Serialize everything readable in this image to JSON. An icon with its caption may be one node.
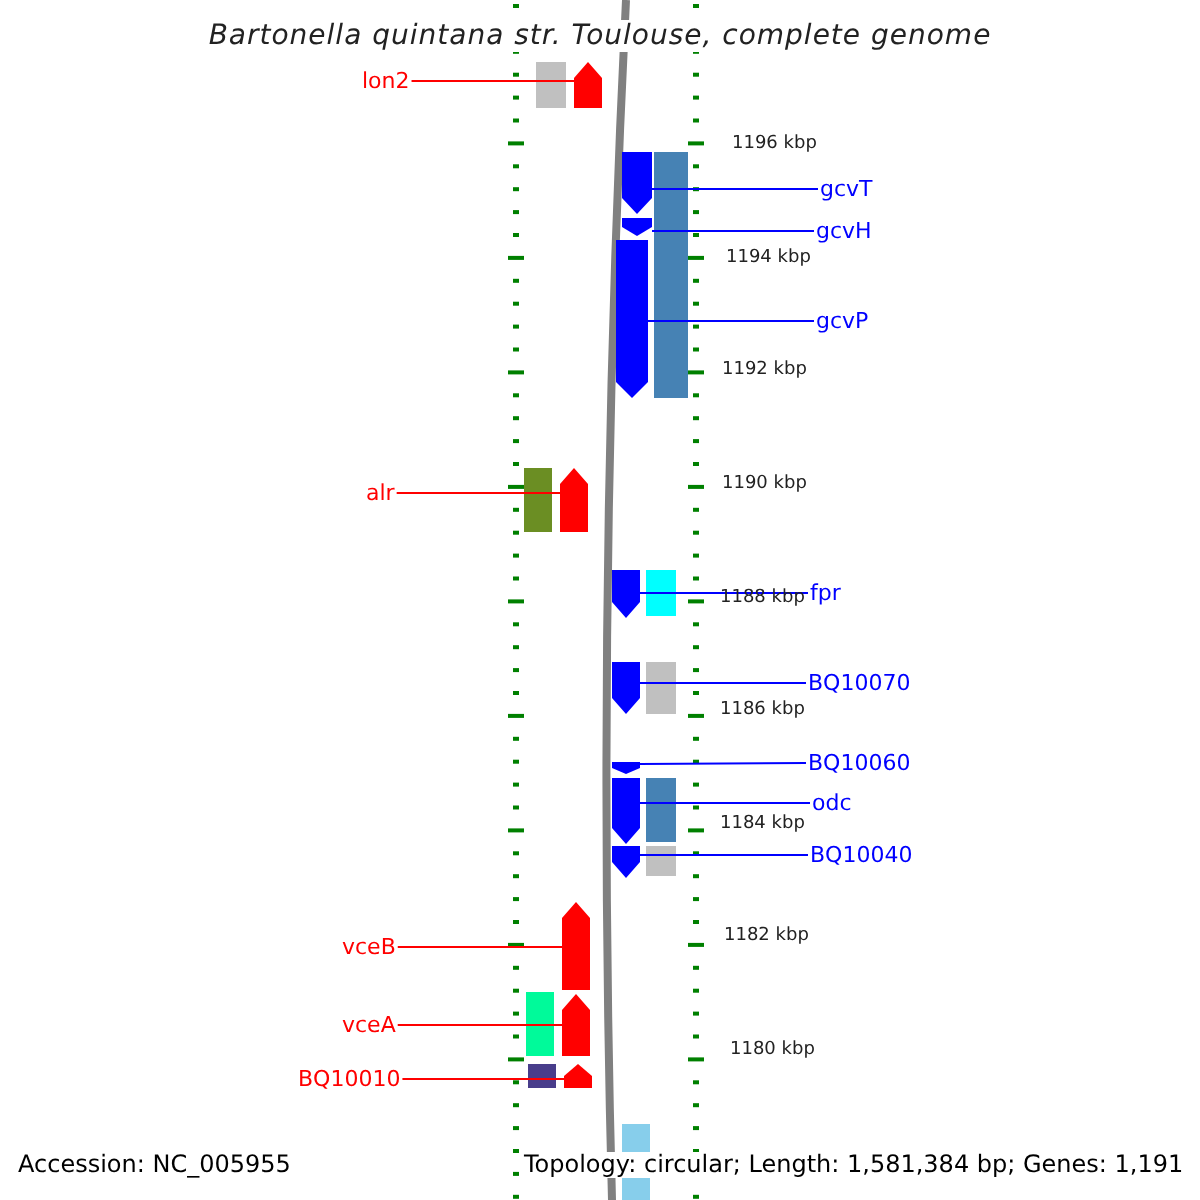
{
  "diagram": {
    "title": "Bartonella quintana str. Toulouse, complete genome",
    "nodes": [
      {
        "text": [
          "lon2"
        ]
      },
      {
        "text": [],
        "shape": "pentagon"
      },
      {
        "text": [
          "gcvT"
        ]
      },
      {
        "text": [],
        "shape": "pentagon"
      },
      {
        "text": [
          "gcvH"
        ]
      },
      {
        "text": [],
        "shape": "pentagon"
      },
      {
        "text": [
          "gcvP"
        ]
      },
      {
        "text": [],
        "shape": "pentagon"
      },
      {
        "text": [
          "alr"
        ]
      },
      {
        "text": [],
        "shape": "pentagon"
      },
      {
        "text": [
          "fpr"
        ]
      },
      {
        "text": [],
        "shape": "pentagon"
      },
      {
        "text": [
          "BQ10070"
        ]
      },
      {
        "text": [],
        "shape": "pentagon"
      },
      {
        "text": [
          "BQ10060"
        ]
      },
      {
        "text": [],
        "shape": "pentagon"
      },
      {
        "text": [
          "odc"
        ]
      },
      {
        "text": [],
        "shape": "pentagon"
      },
      {
        "text": [
          "BQ10040"
        ]
      },
      {
        "text": [],
        "shape": "pentagon"
      },
      {
        "text": [
          "vceB"
        ]
      },
      {
        "text": [],
        "shape": "pentagon"
      },
      {
        "text": [
          "vceA"
        ]
      },
      {
        "text": [],
        "shape": "pentagon"
      },
      {
        "text": [
          "BQ10010"
        ]
      },
      {
        "text": [],
        "shape": "pentagon"
      }
    ],
    "edges": [
      {
        "from": 0,
        "to": 1,
        "arrow": "none",
        "color": "#ff0000"
      },
      {
        "from": 2,
        "to": 3,
        "arrow": "none"
      },
      {
        "from": 4,
        "to": 5,
        "arrow": "none"
      },
      {
        "from": 6,
        "to": 7,
        "arrow": "none"
      },
      {
        "from": 8,
        "to": 9,
        "arrow": "none",
        "color": "#ff0000"
      },
      {
        "from": 10,
        "to": 11,
        "arrow": "none"
      },
      {
        "from": 12,
        "to": 13,
        "arrow": "none"
      },
      {
        "from": 14,
        "to": 15,
        "arrow": "none"
      },
      {
        "from": 16,
        "to": 17,
        "arrow": "none"
      },
      {
        "from": 18,
        "to": 19,
        "arrow": "none"
      },
      {
        "from": 20,
        "to": 21,
        "arrow": "none",
        "color": "#ff0000"
      },
      {
        "from": 22,
        "to": 23,
        "arrow": "none",
        "color": "#ff0000"
      },
      {
        "from": 24,
        "to": 25,
        "arrow": "none",
        "color": "#ff0000"
      }
    ],
    "labels": [
      "1196 kbp",
      "1194 kbp",
      "1192 kbp",
      "1190 kbp",
      "1188 kbp",
      "1186 kbp",
      "1184 kbp",
      "1182 kbp",
      "1180 kbp",
      "Accession: NC_005955",
      "Topology: circular; Length: 1,581,384 bp; Genes: 1,191"
    ]
  }
}
